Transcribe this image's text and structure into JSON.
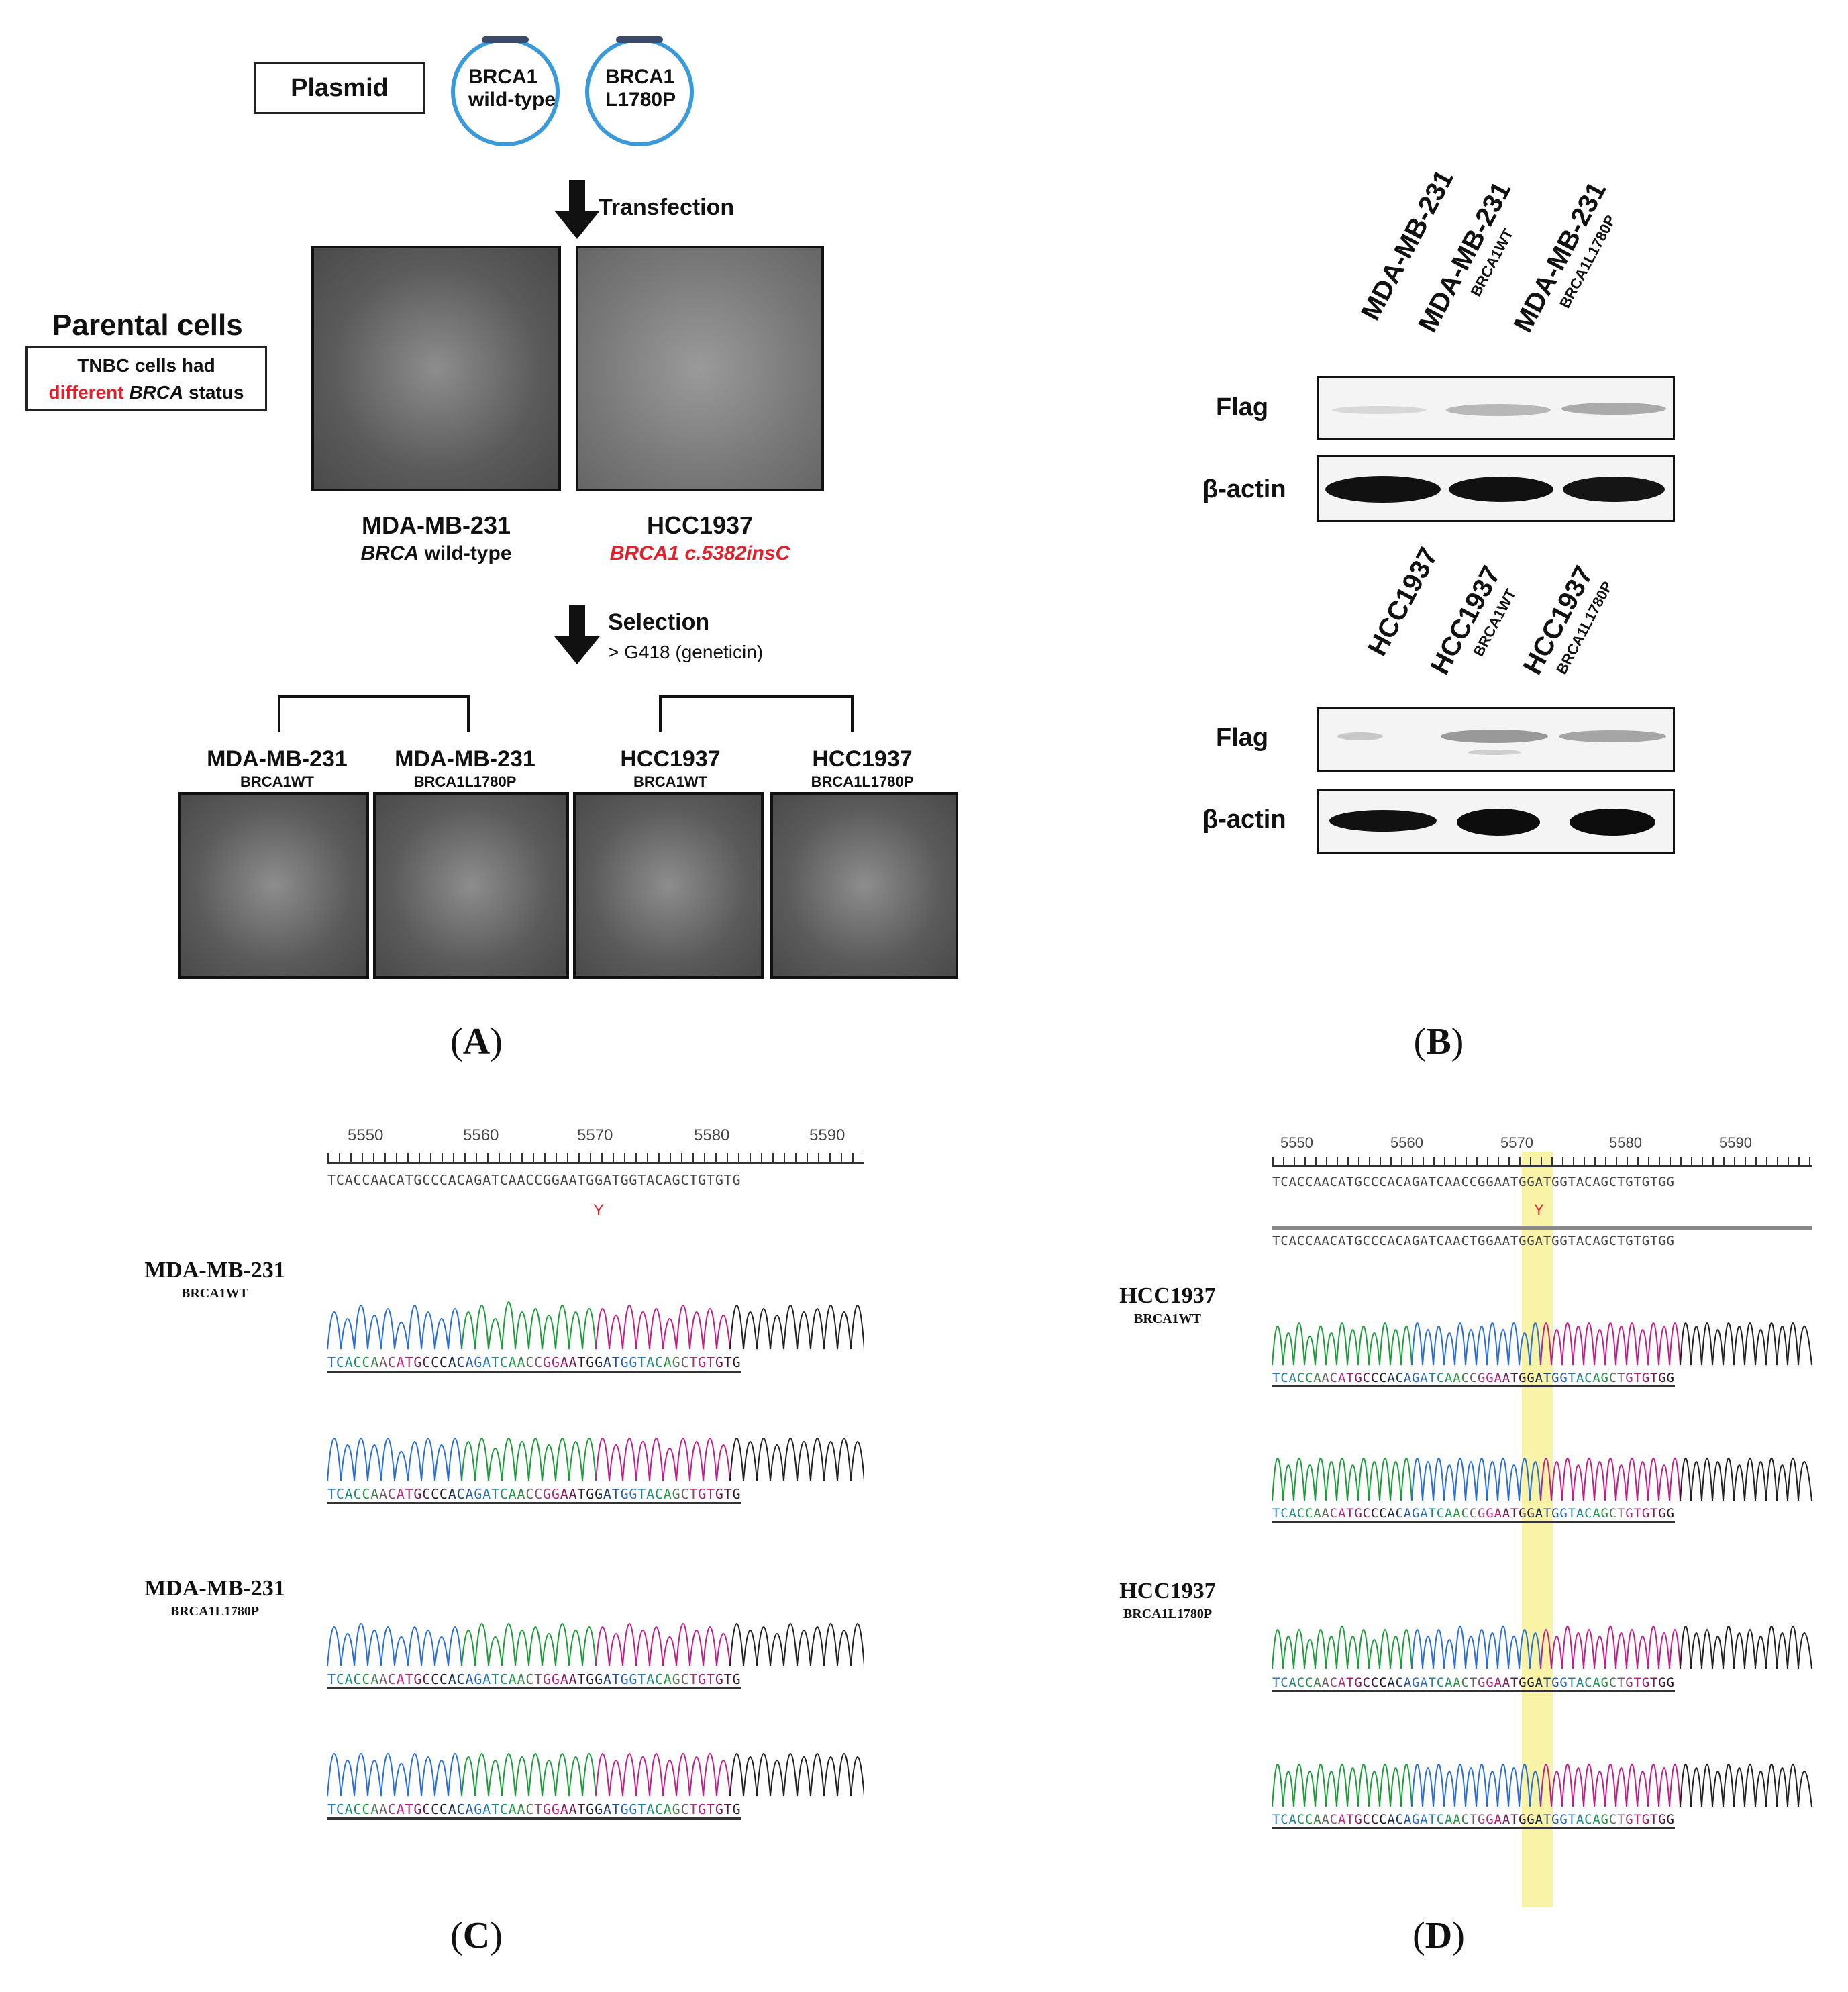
{
  "panelA": {
    "plasmid_label": "Plasmid",
    "plasmid_wt": [
      "BRCA1",
      "wild-type"
    ],
    "plasmid_mut": [
      "BRCA1",
      "L1780P"
    ],
    "transfection": "Transfection",
    "parental_title": "Parental cells",
    "tnbc_line1": "TNBC cells had",
    "tnbc_different": "different",
    "tnbc_brca": "BRCA",
    "tnbc_status": "status",
    "cell1_name": "MDA-MB-231",
    "cell1_status_italic": "BRCA",
    "cell1_status_rest": "wild-type",
    "cell2_name": "HCC1937",
    "cell2_status_italic": "BRCA1 c.5382insC",
    "selection": "Selection",
    "selection_sub": "> G418 (geneticin)",
    "clones": [
      {
        "name": "MDA-MB-231",
        "sub": "BRCA1WT"
      },
      {
        "name": "MDA-MB-231",
        "sub": "BRCA1L1780P"
      },
      {
        "name": "HCC1937",
        "sub": "BRCA1WT"
      },
      {
        "name": "HCC1937",
        "sub": "BRCA1L1780P"
      }
    ],
    "letter": "(A)",
    "letter_bold": "A"
  },
  "panelB": {
    "top_lanes": [
      {
        "name": "MDA-MB-231",
        "sub": ""
      },
      {
        "name": "MDA-MB-231",
        "sub": "BRCA1WT"
      },
      {
        "name": "MDA-MB-231",
        "sub": "BRCA1L1780P"
      }
    ],
    "bottom_lanes": [
      {
        "name": "HCC1937",
        "sub": ""
      },
      {
        "name": "HCC1937",
        "sub": "BRCA1WT"
      },
      {
        "name": "HCC1937",
        "sub": "BRCA1L1780P"
      }
    ],
    "flag": "Flag",
    "actin": "β-actin",
    "letter_bold": "B"
  },
  "panelC": {
    "ticks": [
      "5550",
      "5560",
      "5570",
      "5580",
      "5590"
    ],
    "ref_seq": "TCACCAACATGCCCACAGATCAACCGGAATGGATGGTACAGCTGTGTG",
    "y_mark": "Y",
    "samples": [
      {
        "name": "MDA-MB-231",
        "sub": "BRCA1WT"
      },
      {
        "name": "MDA-MB-231",
        "sub": "BRCA1L1780P"
      }
    ],
    "seqs": [
      "TCACCAACATGCCCACAGATCAACCGGAATGGATGGTACAGCTGTGTG",
      "TCACCAACATGCCCACAGATCAACCGGAATGGATGGTACAGCTGTGTG",
      "TCACCAACATGCCCACAGATCAACTGGAATGGATGGTACAGCTGTGTG",
      "TCACCAACATGCCCACAGATCAACTGGAATGGATGGTACAGCTGTGTG"
    ],
    "letter_bold": "C"
  },
  "panelD": {
    "ticks": [
      "5550",
      "5560",
      "5570",
      "5580",
      "5590"
    ],
    "ref_seq": "TCACCAACATGCCCACAGATCAACCGGAATGGATGGTACAGCTGTGTGG",
    "ref_seq2": "TCACCAACATGCCCACAGATCAACTGGAATGGATGGTACAGCTGTGTGG",
    "y_mark": "Y",
    "samples": [
      {
        "name": "HCC1937",
        "sub": "BRCA1WT"
      },
      {
        "name": "HCC1937",
        "sub": "BRCA1L1780P"
      }
    ],
    "seqs": [
      "TCACCAACATGCCCACAGATCAACCGGAATGGATGGTACAGCTGTGTGG",
      "TCACCAACATGCCCACAGATCAACCGGAATGGATGGTACAGCTGTGTGG",
      "TCACCAACATGCCCACAGATCAACTGGAATGGATGGTACAGCTGTGTGG",
      "TCACCAACATGCCCACAGATCAACTGGAATGGATGGTACAGCTGTGTGG"
    ],
    "letter_bold": "D"
  },
  "colors": {
    "red": "#e0202a",
    "plasmid_ring": "#3a9ad9",
    "highlight": "#f6ef8a"
  }
}
